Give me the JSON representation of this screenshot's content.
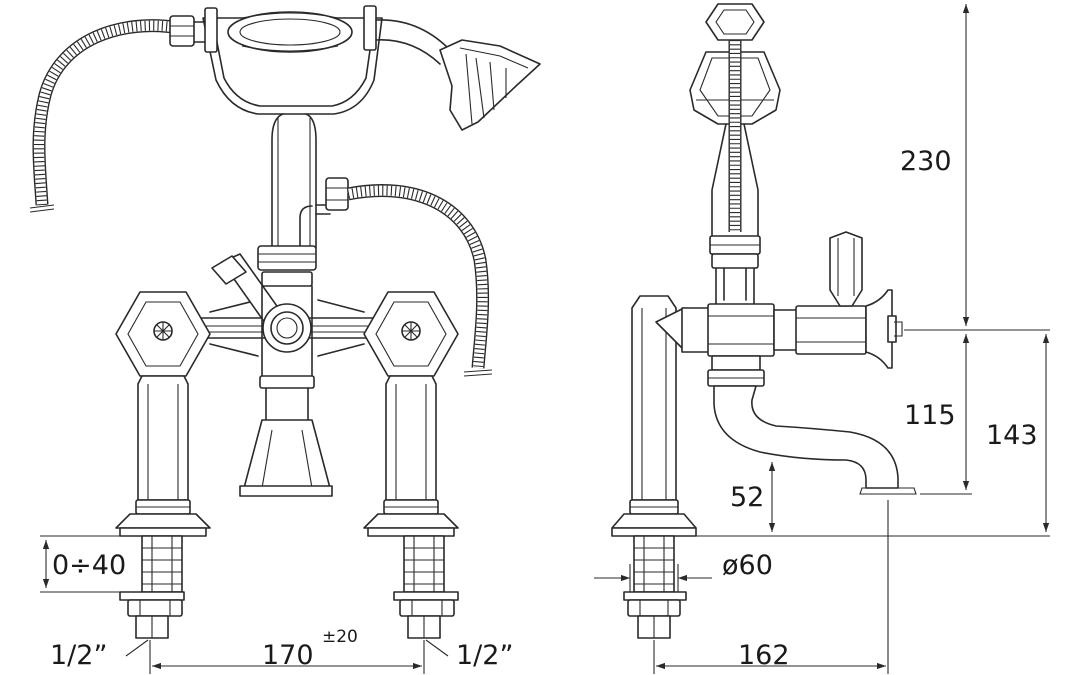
{
  "dimensions": {
    "deck_adjust": "0÷40",
    "thread_left": "1/2”",
    "thread_right": "1/2”",
    "center_distance": "170",
    "center_tolerance": "±20",
    "overall_height": "230",
    "spout_clearance": "115",
    "spout_total": "143",
    "outlet_height": "52",
    "base_diameter": "ø60",
    "spout_reach": "162"
  }
}
